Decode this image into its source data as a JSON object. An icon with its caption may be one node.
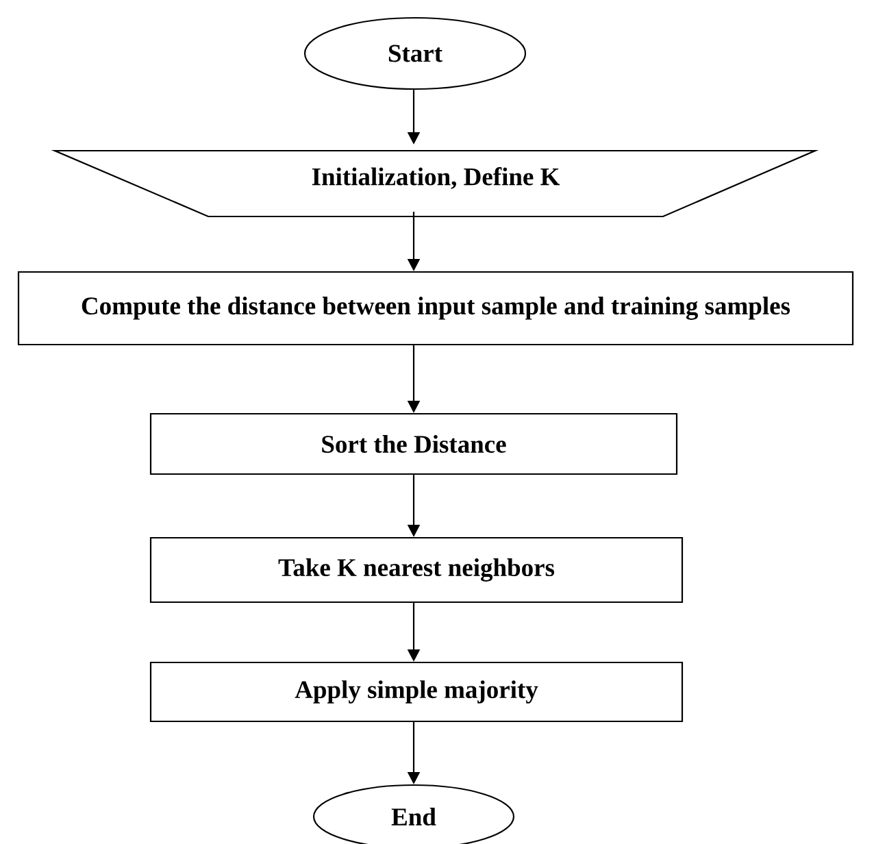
{
  "diagram": {
    "nodes": [
      {
        "text": [
          "Start"
        ]
      },
      {
        "text": [
          "Initialization, Define K"
        ]
      },
      {
        "text": [
          "Compute the distance between input sample and training samples"
        ]
      },
      {
        "text": [
          "Sort the Distance"
        ]
      },
      {
        "text": [
          "Take K nearest neighbors"
        ]
      },
      {
        "text": [
          "Apply simple majority"
        ]
      },
      {
        "text": [
          "End"
        ]
      }
    ],
    "edges": [
      {
        "from": 0,
        "to": 1,
        "arrow": "to"
      },
      {
        "from": 1,
        "to": 2,
        "arrow": "to"
      },
      {
        "from": 2,
        "to": 3,
        "arrow": "to"
      },
      {
        "from": 3,
        "to": 4,
        "arrow": "to"
      },
      {
        "from": 4,
        "to": 5,
        "arrow": "to"
      },
      {
        "from": 5,
        "to": 6,
        "arrow": "to"
      }
    ]
  }
}
